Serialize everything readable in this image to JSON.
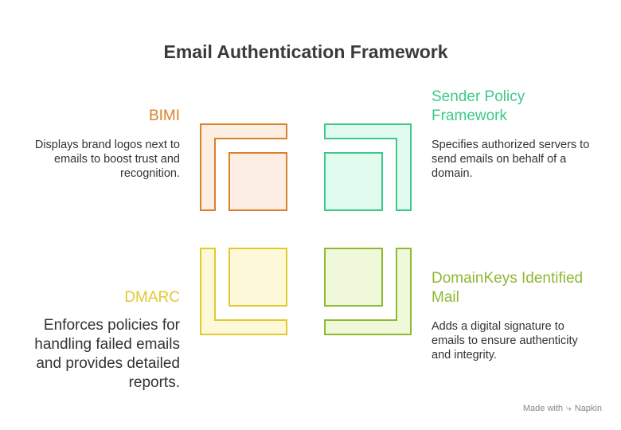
{
  "title": "Email Authentication Framework",
  "items": {
    "bimi": {
      "label": "BIMI",
      "description": "Displays brand logos next to emails to boost trust and recognition.",
      "color": "#d9822b",
      "fill": "#fdeee3"
    },
    "spf": {
      "label": "Sender Policy Framework",
      "description": "Specifies authorized servers to send emails on behalf of a domain.",
      "color": "#3ec98a",
      "fill": "#e2fbef"
    },
    "dmarc": {
      "label": "DMARC",
      "description": "Enforces policies for handling failed emails and provides detailed reports.",
      "color": "#e1c92e",
      "fill": "#fdf9d8"
    },
    "dkim": {
      "label": "DomainKeys Identified Mail",
      "description": "Adds a digital signature to emails to ensure authenticity and integrity.",
      "color": "#8fb833",
      "fill": "#eff8d8"
    }
  },
  "footer": {
    "made_with": "Made with",
    "brand": "Napkin",
    "icon": "napkin-logo-icon"
  }
}
